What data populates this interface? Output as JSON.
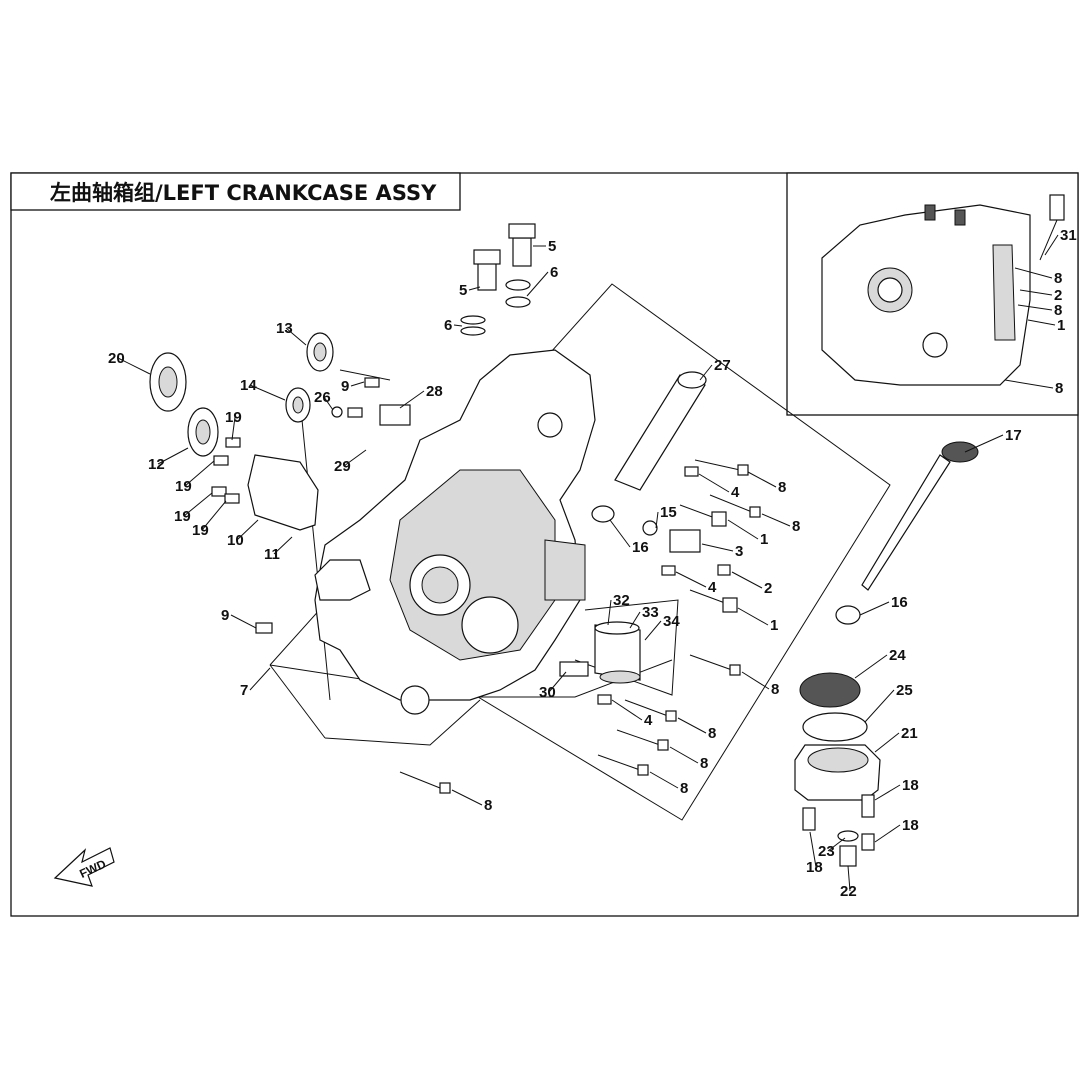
{
  "title": "左曲轴箱组/LEFT CRANKCASE ASSY",
  "fwd_label": "FWD",
  "callouts_main": [
    {
      "id": "c5a",
      "label": "5"
    },
    {
      "id": "c5b",
      "label": "5"
    },
    {
      "id": "c6a",
      "label": "6"
    },
    {
      "id": "c6b",
      "label": "6"
    },
    {
      "id": "c13",
      "label": "13"
    },
    {
      "id": "c20",
      "label": "20"
    },
    {
      "id": "c14",
      "label": "14"
    },
    {
      "id": "c26",
      "label": "26"
    },
    {
      "id": "c9a",
      "label": "9"
    },
    {
      "id": "c28",
      "label": "28"
    },
    {
      "id": "c19a",
      "label": "19"
    },
    {
      "id": "c12",
      "label": "12"
    },
    {
      "id": "c19b",
      "label": "19"
    },
    {
      "id": "c19c",
      "label": "19"
    },
    {
      "id": "c19d",
      "label": "19"
    },
    {
      "id": "c29",
      "label": "29"
    },
    {
      "id": "c10",
      "label": "10"
    },
    {
      "id": "c11",
      "label": "11"
    },
    {
      "id": "c27",
      "label": "27"
    },
    {
      "id": "c8a",
      "label": "8"
    },
    {
      "id": "c4a",
      "label": "4"
    },
    {
      "id": "c8b",
      "label": "8"
    },
    {
      "id": "c1a",
      "label": "1"
    },
    {
      "id": "c15",
      "label": "15"
    },
    {
      "id": "c16a",
      "label": "16"
    },
    {
      "id": "c3",
      "label": "3"
    },
    {
      "id": "c2a",
      "label": "2"
    },
    {
      "id": "c4b",
      "label": "4"
    },
    {
      "id": "c1b",
      "label": "1"
    },
    {
      "id": "c9b",
      "label": "9"
    },
    {
      "id": "c32",
      "label": "32"
    },
    {
      "id": "c33",
      "label": "33"
    },
    {
      "id": "c34",
      "label": "34"
    },
    {
      "id": "c7",
      "label": "7"
    },
    {
      "id": "c30",
      "label": "30"
    },
    {
      "id": "c8c",
      "label": "8"
    },
    {
      "id": "c4c",
      "label": "4"
    },
    {
      "id": "c8d",
      "label": "8"
    },
    {
      "id": "c8e",
      "label": "8"
    },
    {
      "id": "c8f",
      "label": "8"
    },
    {
      "id": "c8g",
      "label": "8"
    },
    {
      "id": "c17",
      "label": "17"
    },
    {
      "id": "c16b",
      "label": "16"
    },
    {
      "id": "c24",
      "label": "24"
    },
    {
      "id": "c25",
      "label": "25"
    },
    {
      "id": "c21",
      "label": "21"
    },
    {
      "id": "c18a",
      "label": "18"
    },
    {
      "id": "c18b",
      "label": "18"
    },
    {
      "id": "c23",
      "label": "23"
    },
    {
      "id": "c18c",
      "label": "18"
    },
    {
      "id": "c22",
      "label": "22"
    }
  ],
  "callouts_inset": [
    {
      "id": "i31",
      "label": "31"
    },
    {
      "id": "i8a",
      "label": "8"
    },
    {
      "id": "i2",
      "label": "2"
    },
    {
      "id": "i8b",
      "label": "8"
    },
    {
      "id": "i1",
      "label": "1"
    },
    {
      "id": "i8c",
      "label": "8"
    }
  ]
}
